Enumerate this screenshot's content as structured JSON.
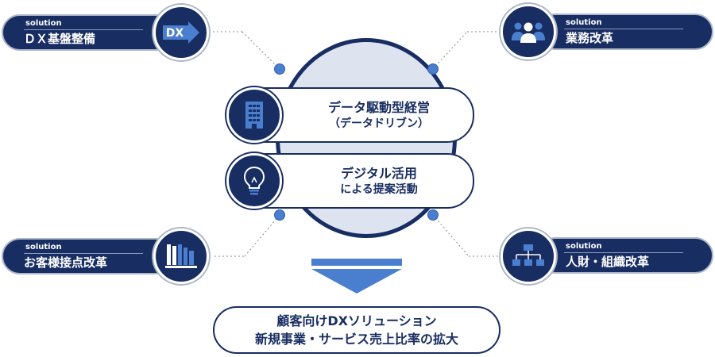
{
  "center": {
    "item1": {
      "line1": "データ駆動型経営",
      "line2": "（データドリブン）",
      "icon": "office-building-icon"
    },
    "item2": {
      "line1": "デジタル活用",
      "line2": "による提案活動",
      "icon": "lightbulb-icon"
    }
  },
  "solutions": {
    "top_left": {
      "tag": "solution",
      "title": "ＤＸ基盤整備",
      "icon_text": "DX",
      "icon": "dx-arrow-icon"
    },
    "top_right": {
      "tag": "solution",
      "title": "業務改革",
      "icon": "team-people-icon"
    },
    "bottom_left": {
      "tag": "solution",
      "title": "お客様接点改革",
      "icon": "bookshelf-icon"
    },
    "bottom_right": {
      "tag": "solution",
      "title": "人財・組織改革",
      "icon": "org-chart-icon"
    }
  },
  "result": {
    "line1": "顧客向けDXソリューション",
    "line2": "新規事業・サービス売上比率の拡大"
  },
  "colors": {
    "navy": "#182d62",
    "accent_blue": "#4a7fd0",
    "circle_fill": "#dde3ef",
    "border_gray": "#aeb6c8"
  }
}
